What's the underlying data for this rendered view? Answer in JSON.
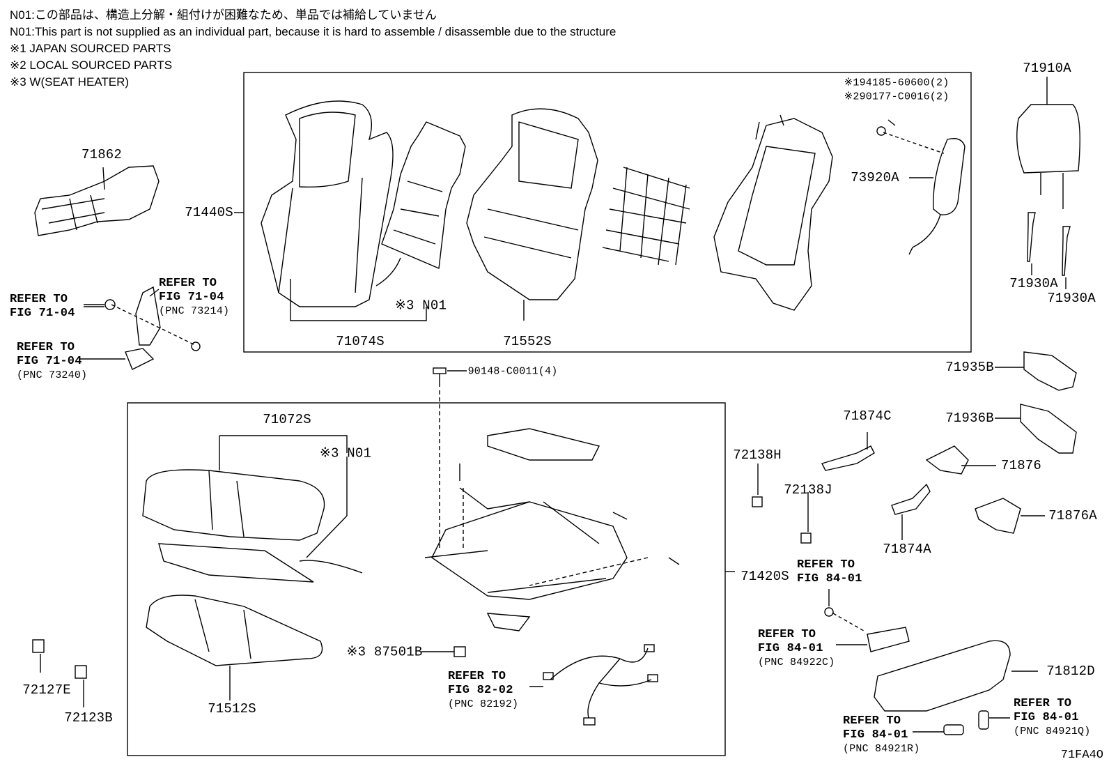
{
  "notes": {
    "n01_jp": "N01:この部品は、構造上分解・組付けが困難なため、単品では補給していません",
    "n01_en": "N01:This part is not supplied as an individual part, because it is hard to assemble / disassemble due to the structure",
    "m1": "※1 JAPAN SOURCED PARTS",
    "m2": "※2 LOCAL SOURCED PARTS",
    "m3": "※3 W(SEAT HEATER)"
  },
  "parts": {
    "p71862": "71862",
    "p71440S": "71440S",
    "p71074S": "71074S",
    "p71552S": "71552S",
    "n01_back": "※3 N01",
    "c194185": "※194185-60600(2)",
    "c290177": "※290177-C0016(2)",
    "p73920A": "73920A",
    "p71910A": "71910A",
    "p71930A_1": "71930A",
    "p71930A_2": "71930A",
    "p71935B": "71935B",
    "p71936B": "71936B",
    "p71876": "71876",
    "p71876A": "71876A",
    "p71874C": "71874C",
    "p71874A": "71874A",
    "p72138H": "72138H",
    "p72138J": "72138J",
    "p90148": "90148-C0011(4)",
    "p71072S": "71072S",
    "n01_cushion": "※3 N01",
    "p71420S": "71420S",
    "p87501B": "※3 87501B",
    "p71512S": "71512S",
    "p72127E": "72127E",
    "p72123B": "72123B",
    "p71812D": "71812D"
  },
  "refs": {
    "r1_l1": "REFER TO",
    "r1_l2": "FIG 71-04",
    "r2_l1": "REFER TO",
    "r2_l2": "FIG 71-04",
    "r2_pnc": "(PNC 73214)",
    "r3_l1": "REFER TO",
    "r3_l2": "FIG 71-04",
    "r3_pnc": "(PNC 73240)",
    "r4_l1": "REFER TO",
    "r4_l2": "FIG 82-02",
    "r4_pnc": "(PNC 82192)",
    "r5_l1": "REFER TO",
    "r5_l2": "FIG 84-01",
    "r6_l1": "REFER TO",
    "r6_l2": "FIG 84-01",
    "r6_pnc": "(PNC 84922C)",
    "r7_l1": "REFER TO",
    "r7_l2": "FIG 84-01",
    "r7_pnc": "(PNC 84921R)",
    "r8_l1": "REFER TO",
    "r8_l2": "FIG 84-01",
    "r8_pnc": "(PNC 84921Q)"
  },
  "diagram_code": "71FA4O"
}
